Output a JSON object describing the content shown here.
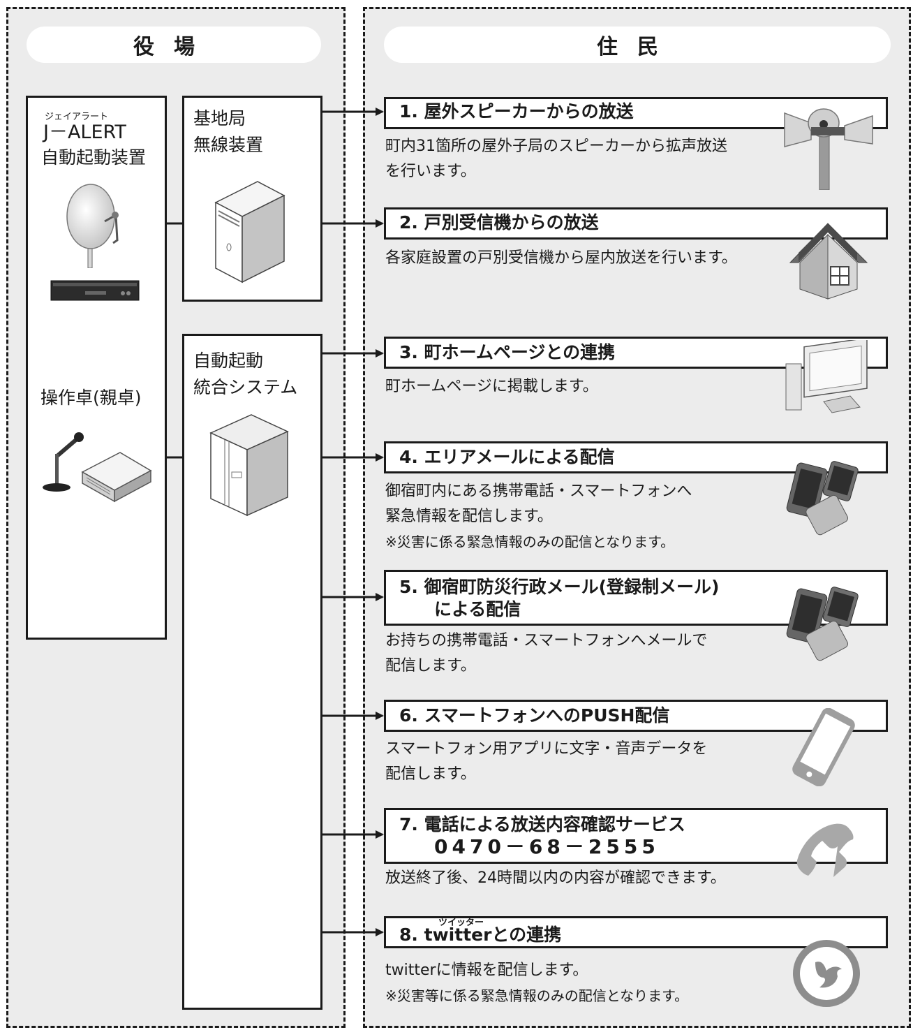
{
  "office": {
    "header": "役場",
    "jalert_ruby": "ジェイアラート",
    "jalert_name": "J－ALERT",
    "jalert_device": "自動起動装置",
    "console": "操作卓(親卓)",
    "base_station_line1": "基地局",
    "base_station_line2": "無線装置",
    "auto_system_line1": "自動起動",
    "auto_system_line2": "統合システム"
  },
  "residents": {
    "header": "住民",
    "services": [
      {
        "num": "1.",
        "title": "屋外スピーカーからの放送",
        "desc": [
          "町内31箇所の屋外子局のスピーカーから拡声放送",
          "を行います。"
        ],
        "icon": "outdoor-speaker-icon"
      },
      {
        "num": "2.",
        "title": "戸別受信機からの放送",
        "desc": [
          "各家庭設置の戸別受信機から屋内放送を行います。"
        ],
        "icon": "house-icon"
      },
      {
        "num": "3.",
        "title": "町ホームページとの連携",
        "desc": [
          "町ホームページに掲載します。"
        ],
        "icon": "desktop-computer-icon"
      },
      {
        "num": "4.",
        "title": "エリアメールによる配信",
        "desc": [
          "御宿町内にある携帯電話・スマートフォンへ",
          "緊急情報を配信します。",
          "※災害に係る緊急情報のみの配信となります。"
        ],
        "icon": "mobile-phones-icon"
      },
      {
        "num": "5.",
        "title": "御宿町防災行政メール(登録制メール)",
        "title2": "による配信",
        "desc": [
          "お持ちの携帯電話・スマートフォンへメールで",
          "配信します。"
        ],
        "icon": "mobile-phones-icon"
      },
      {
        "num": "6.",
        "title": "スマートフォンへのPUSH配信",
        "desc": [
          "スマートフォン用アプリに文字・音声データを",
          "配信します。"
        ],
        "icon": "smartphone-icon"
      },
      {
        "num": "7.",
        "title": "電話による放送内容確認サービス",
        "title2": "0470－68－2555",
        "desc": [
          "放送終了後、24時間以内の内容が確認できます。"
        ],
        "icon": "telephone-handset-icon"
      },
      {
        "num": "8.",
        "title": "twitterとの連携",
        "title_ruby": "ツイッター",
        "desc": [
          "twitterに情報を配信します。",
          "※災害等に係る緊急情報のみの配信となります。"
        ],
        "icon": "twitter-bird-icon"
      }
    ]
  }
}
